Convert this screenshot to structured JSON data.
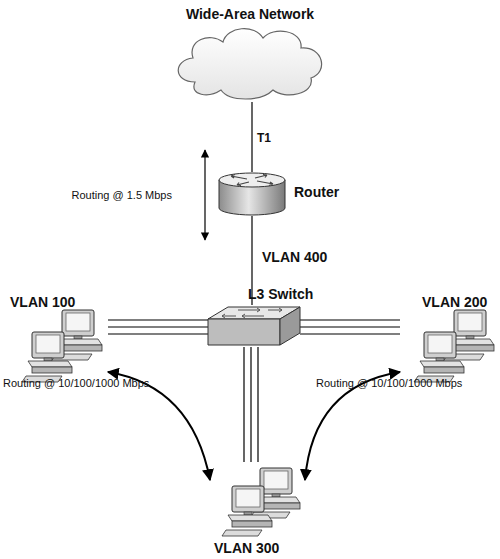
{
  "diagram": {
    "nodes": [
      {
        "text": [
          "Wide-Area Network"
        ]
      },
      {
        "text": [
          "Router"
        ]
      },
      {
        "text": [
          "VLAN 100"
        ]
      },
      {
        "text": [
          "L3 Switch"
        ]
      },
      {
        "text": [
          "VLAN 200"
        ]
      },
      {
        "text": [
          "VLAN 300"
        ]
      }
    ],
    "edges": [
      {
        "from": 0,
        "to": 1,
        "label": "T1",
        "arrow": "none"
      },
      {
        "from": 1,
        "to": 3,
        "label": "VLAN 400",
        "arrow": "none"
      },
      {
        "from": 3,
        "to": 2,
        "arrow": "none"
      },
      {
        "from": 3,
        "to": 4,
        "arrow": "none"
      },
      {
        "from": 3,
        "to": 5,
        "arrow": "none"
      },
      {
        "from": 2,
        "to": 5,
        "label": "Routing @ 10/100/1000 Mbps",
        "arrow": "both"
      },
      {
        "from": 4,
        "to": 5,
        "label": "Routing @ 10/100/1000 Mbps",
        "arrow": "both"
      }
    ],
    "labels": [
      "Routing @ 1.5 Mbps"
    ]
  }
}
